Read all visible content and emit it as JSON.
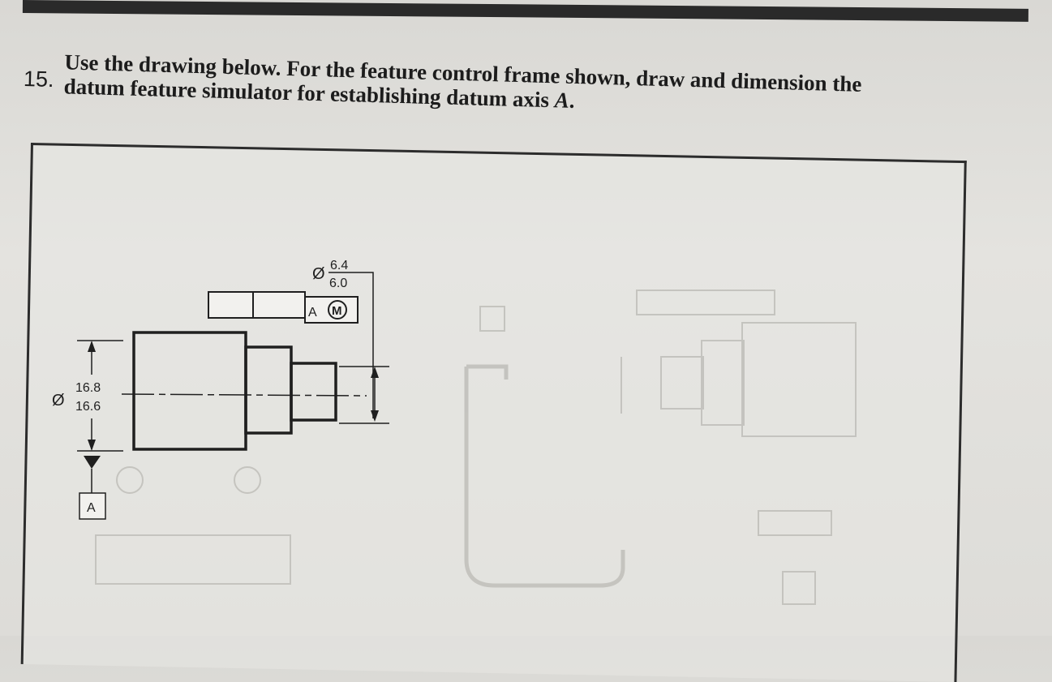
{
  "question": {
    "number": "15.",
    "line1": "Use the drawing below. For the feature control frame shown, draw and dimension the",
    "line2_prefix": "datum feature simulator for establishing datum axis ",
    "line2_axis": "A",
    "line2_suffix": "."
  },
  "drawing": {
    "fcf_symbol": "Ø",
    "fcf_upper": "6.4",
    "fcf_lower": "6.0",
    "fcf_datum": "A",
    "fcf_modifier": "M",
    "dia_symbol": "Ø",
    "dia_upper": "16.8",
    "dia_lower": "16.6",
    "datum_label": "A"
  }
}
